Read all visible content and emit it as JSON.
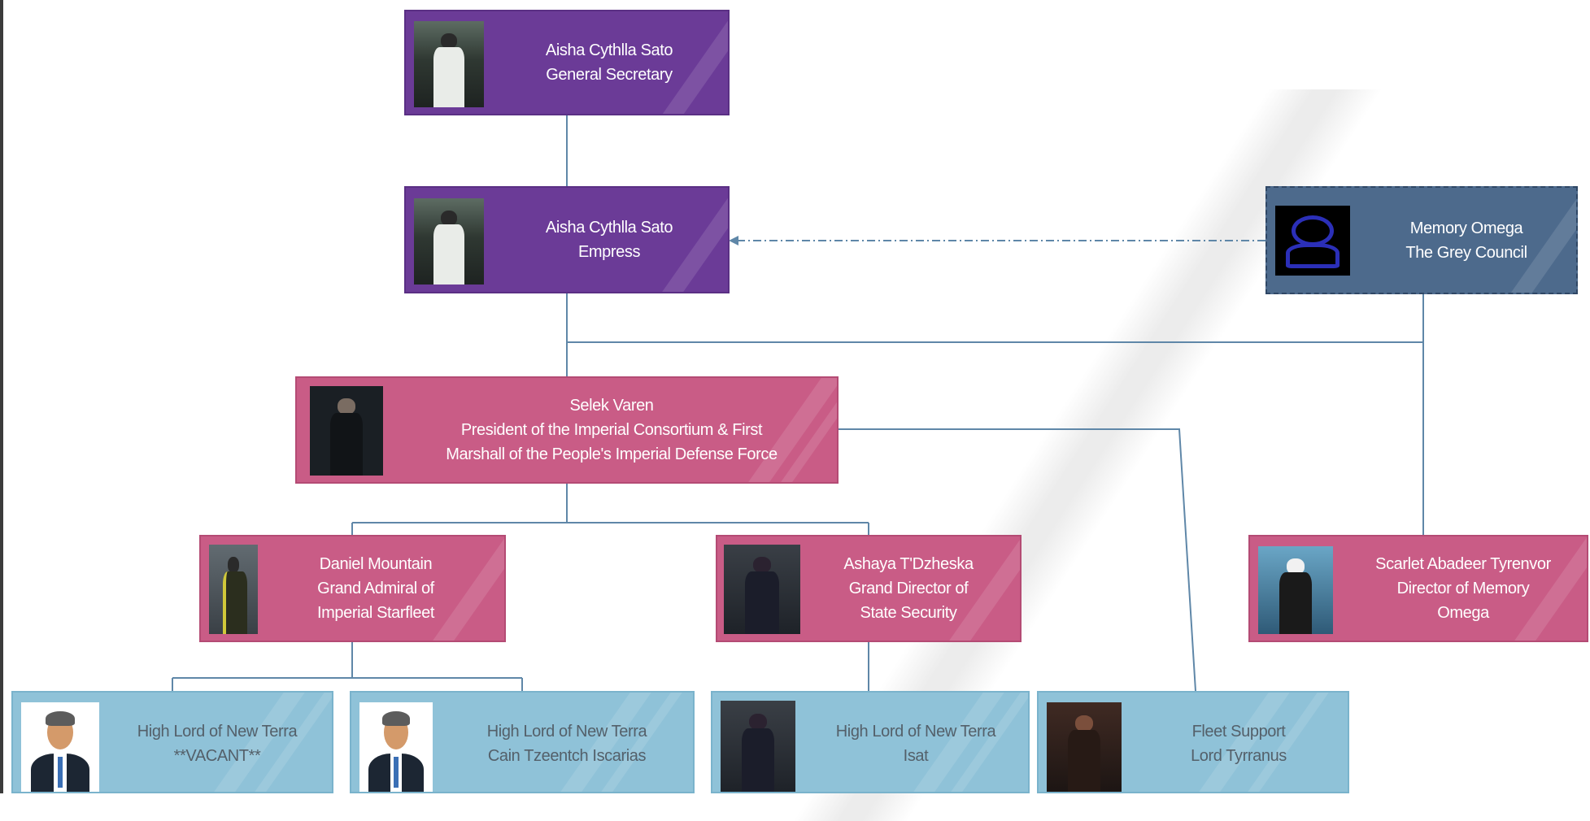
{
  "colors": {
    "purple": "#6b3b97",
    "slate": "#4d6a8c",
    "pink": "#c95c86",
    "light_blue": "#8fc2d8",
    "connector": "#5f87a8"
  },
  "nodes": {
    "general_secretary": {
      "name": "Aisha Cythlla Sato",
      "title": "General Secretary",
      "photo": "photo-icon"
    },
    "empress": {
      "name": "Aisha Cythlla Sato",
      "title": "Empress",
      "photo": "photo-icon"
    },
    "memory_omega": {
      "name": "Memory Omega",
      "title": "The Grey Council",
      "photo": "logo-icon"
    },
    "president": {
      "name": "Selek Varen",
      "title_line1": "President of the Imperial Consortium & First",
      "title_line2": "Marshall of the People's Imperial Defense Force",
      "photo": "photo-icon"
    },
    "grand_admiral": {
      "name": "Daniel Mountain",
      "title_line1": "Grand Admiral of",
      "title_line2": "Imperial Starfleet",
      "photo": "photo-icon"
    },
    "state_security": {
      "name": "Ashaya T'Dzheska",
      "title_line1": "Grand Director of",
      "title_line2": "State Security",
      "photo": "photo-icon"
    },
    "director_memory_omega": {
      "name": "Scarlet Abadeer Tyrenvor",
      "title_line1": "Director of Memory",
      "title_line2": "Omega",
      "photo": "photo-icon"
    },
    "high_lord_1": {
      "title": "High Lord of New Terra",
      "name": "**VACANT**",
      "photo": "avatar-icon"
    },
    "high_lord_2": {
      "title": "High Lord of New Terra",
      "name": "Cain Tzeentch Iscarias",
      "photo": "avatar-icon"
    },
    "high_lord_3": {
      "title": "High Lord of New Terra",
      "name": "Isat",
      "photo": "photo-icon"
    },
    "fleet_support": {
      "title": "Fleet Support",
      "name": "Lord Tyrranus",
      "photo": "photo-icon"
    }
  }
}
